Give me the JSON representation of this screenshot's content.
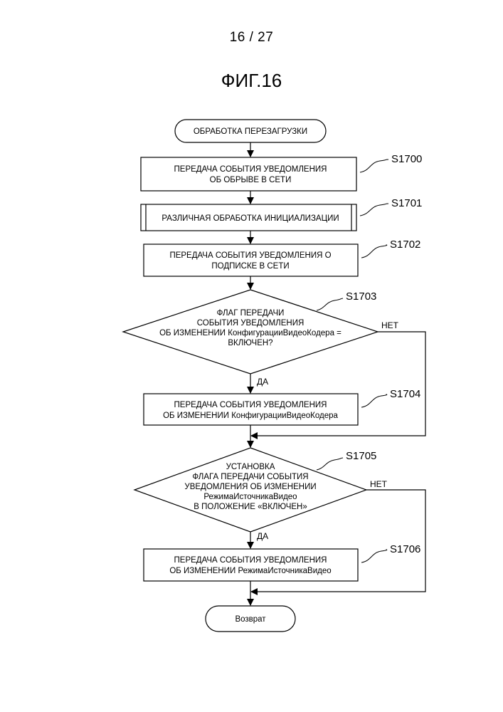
{
  "page": {
    "number": "16 / 27",
    "figure": "ФИГ.16"
  },
  "flowchart": {
    "start": "ОБРАБОТКА ПЕРЕЗАГРУЗКИ",
    "steps": [
      {
        "id": "S1700",
        "kind": "process",
        "lines": [
          "ПЕРЕДАЧА СОБЫТИЯ УВЕДОМЛЕНИЯ",
          "ОБ ОБРЫВЕ В СЕТИ"
        ]
      },
      {
        "id": "S1701",
        "kind": "subroutine",
        "lines": [
          "РАЗЛИЧНАЯ ОБРАБОТКА ИНИЦИАЛИЗАЦИИ"
        ]
      },
      {
        "id": "S1702",
        "kind": "process",
        "lines": [
          "ПЕРЕДАЧА СОБЫТИЯ УВЕДОМЛЕНИЯ О",
          "ПОДПИСКЕ В СЕТИ"
        ]
      },
      {
        "id": "S1703",
        "kind": "decision",
        "lines": [
          "ФЛАГ ПЕРЕДАЧИ",
          "СОБЫТИЯ УВЕДОМЛЕНИЯ",
          "ОБ ИЗМЕНЕНИИ КонфигурацииВидеоКодера =",
          "ВКЛЮЧЕН?"
        ],
        "yes": "ДА",
        "no": "НЕТ"
      },
      {
        "id": "S1704",
        "kind": "process",
        "lines": [
          "ПЕРЕДАЧА СОБЫТИЯ УВЕДОМЛЕНИЯ",
          "ОБ ИЗМЕНЕНИИ КонфигурацииВидеоКодера"
        ]
      },
      {
        "id": "S1705",
        "kind": "decision",
        "lines": [
          "УСТАНОВКА",
          "ФЛАГА ПЕРЕДАЧИ СОБЫТИЯ",
          "УВЕДОМЛЕНИЯ ОБ ИЗМЕНЕНИИ",
          "РежимаИсточникаВидео",
          "В ПОЛОЖЕНИЕ «ВКЛЮЧЕН»"
        ],
        "yes": "ДА",
        "no": "НЕТ"
      },
      {
        "id": "S1706",
        "kind": "process",
        "lines": [
          "ПЕРЕДАЧА СОБЫТИЯ УВЕДОМЛЕНИЯ",
          "ОБ ИЗМЕНЕНИИ РежимаИсточникаВидео"
        ]
      }
    ],
    "end": "Возврат"
  }
}
